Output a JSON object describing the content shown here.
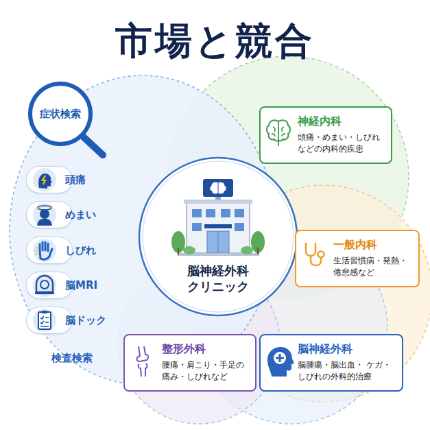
{
  "diagram": {
    "title": "市場と競合",
    "nodes": [
      {
        "text": [
          "症状検索",
          "検査検索"
        ]
      },
      {
        "text": [
          "頭痛"
        ],
        "in": 0
      },
      {
        "text": [
          "めまい"
        ],
        "in": 0
      },
      {
        "text": [
          "しびれ"
        ],
        "in": 0
      },
      {
        "text": [
          "脳MRI"
        ],
        "in": 0
      },
      {
        "text": [
          "脳ドック"
        ],
        "in": 0
      },
      {
        "text": [
          "脳神経外科 クリニック"
        ]
      },
      {
        "text": [
          "神経内科",
          "頭痛・めまい・しびれ などの内科的疾患"
        ]
      },
      {
        "text": [
          "一般内科",
          "生活習慣病・発熱・ 倦怠感など"
        ]
      },
      {
        "text": [
          "整形外科",
          "腰痛・肩こり・手足の 痛み・しびれなど"
        ]
      },
      {
        "text": [
          "脳神経外科",
          "脳腫瘍・脳出血・ ケガ・しびれの外科的治療"
        ]
      }
    ]
  }
}
